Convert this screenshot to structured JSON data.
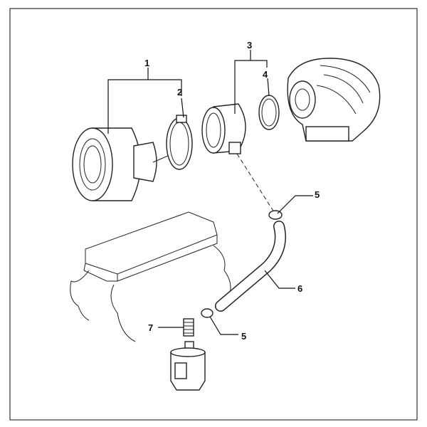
{
  "diagram": {
    "labels": {
      "l1": "1",
      "l2": "2",
      "l3": "3",
      "l4": "4",
      "l5a": "5",
      "l6": "6",
      "l5b": "5",
      "l7": "7"
    }
  }
}
